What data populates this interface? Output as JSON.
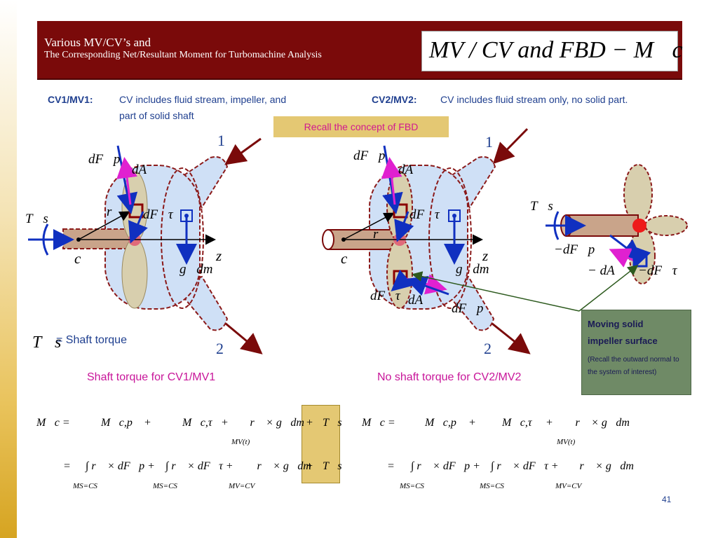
{
  "header": {
    "title_line1": "Various MV/CV’s and",
    "title_line2": "The Corresponding Net/Resultant Moment for Turbomachine Analysis",
    "formula": "MV / CV  and  FBD − M⃗c"
  },
  "cv1": {
    "label": "CV1/MV1:",
    "desc_line1": "CV includes fluid stream, impeller, and",
    "desc_line2": "part of solid shaft"
  },
  "cv2": {
    "label": "CV2/MV2:",
    "desc": "CV includes fluid stream only, no solid part."
  },
  "recall_box": "Recall the concept of FBD",
  "diagram_labels": {
    "inlet": "1",
    "outlet": "2",
    "dFp": "dF⃗p",
    "dA": "dA⃗",
    "r": "r⃗",
    "dFtau": "dF⃗τ",
    "Ts": "T⃗s",
    "c": "c",
    "z": "z",
    "gdm": "g⃗dm",
    "neg_dFp": "−dF⃗p",
    "neg_dA": "− dA⃗",
    "neg_dFtau": "−dF⃗τ"
  },
  "shaft_torque_note": {
    "symbol": "T⃗s",
    "text": "= Shaft torque"
  },
  "captions": {
    "left": "Shaft torque for CV1/MV1",
    "right": "No shaft torque for CV2/MV2"
  },
  "callout": {
    "title_line1": "Moving solid",
    "title_line2": "impeller surface",
    "note": "(Recall the outward normal to the system of interest)"
  },
  "equations": {
    "left_row1": [
      "M⃗c  =",
      "M⃗c,p",
      "+",
      "M⃗c,τ",
      "+",
      "∯ r⃗ × g⃗dm",
      "+",
      "T⃗s"
    ],
    "left_row1_sub": "MV(t)",
    "left_row2": [
      "=",
      "∫ r⃗ × dF⃗p +",
      "∫ r⃗ × dF⃗τ +",
      "∯ r⃗ × g⃗dm",
      "+",
      "T⃗s"
    ],
    "left_row2_subs": [
      "MS=CS",
      "MS=CS",
      "MV=CV"
    ],
    "right_row1": [
      "M⃗c =",
      "M⃗c,p",
      "+",
      "M⃗c,τ",
      "+",
      "∯ r⃗ × g⃗dm"
    ],
    "right_row1_sub": "MV(t)",
    "right_row2": [
      "=",
      "∫ r⃗ × dF⃗p +",
      "∫ r⃗ × dF⃗τ +",
      "∯ r⃗ × g⃗dm"
    ],
    "right_row2_subs": [
      "MS=CS",
      "MS=CS",
      "MV=CV"
    ]
  },
  "page_number": "41",
  "colors": {
    "header_bg": "#7a0a0a",
    "text_blue": "#1f3f8f",
    "caption_magenta": "#c8169a",
    "recall_bg": "#e4c873",
    "callout_bg": "#6f8a66",
    "cv_fill": "#cfe0f6",
    "impeller_fill": "#d8cfae",
    "arrow_dark_red": "#7a0a0a"
  }
}
